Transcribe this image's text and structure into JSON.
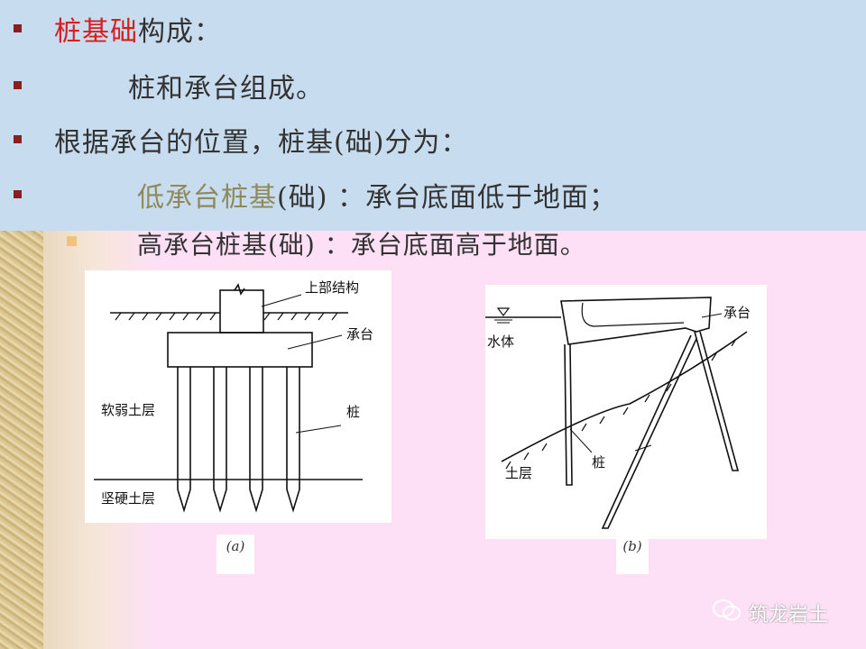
{
  "slide": {
    "line1": {
      "red": "桩基础",
      "rest": "构成："
    },
    "line2": "桩和承台组成。",
    "line3": "根据承台的位置，桩基(础)分为：",
    "line4": {
      "olive": "低承台桩基",
      "rest": "(础) ：承台底面低于地面；"
    },
    "line5": "高承台桩基(础) ：承台底面高于地面。"
  },
  "figure_a": {
    "labels": {
      "superstructure": "上部结构",
      "cap": "承台",
      "soft_soil": "软弱土层",
      "pile": "桩",
      "hard_soil": "坚硬土层"
    },
    "caption": "(a)"
  },
  "figure_b": {
    "labels": {
      "cap": "承台",
      "water": "水体",
      "pile": "桩",
      "soil": "土层"
    },
    "caption": "(b)"
  },
  "watermark": "筑龙岩土",
  "colors": {
    "top_band": "#c8dcef",
    "pink": "#fde0f5",
    "bullet": "#8a1f1f",
    "red_text": "#d61e1e",
    "olive_text": "#8f8a5c"
  }
}
